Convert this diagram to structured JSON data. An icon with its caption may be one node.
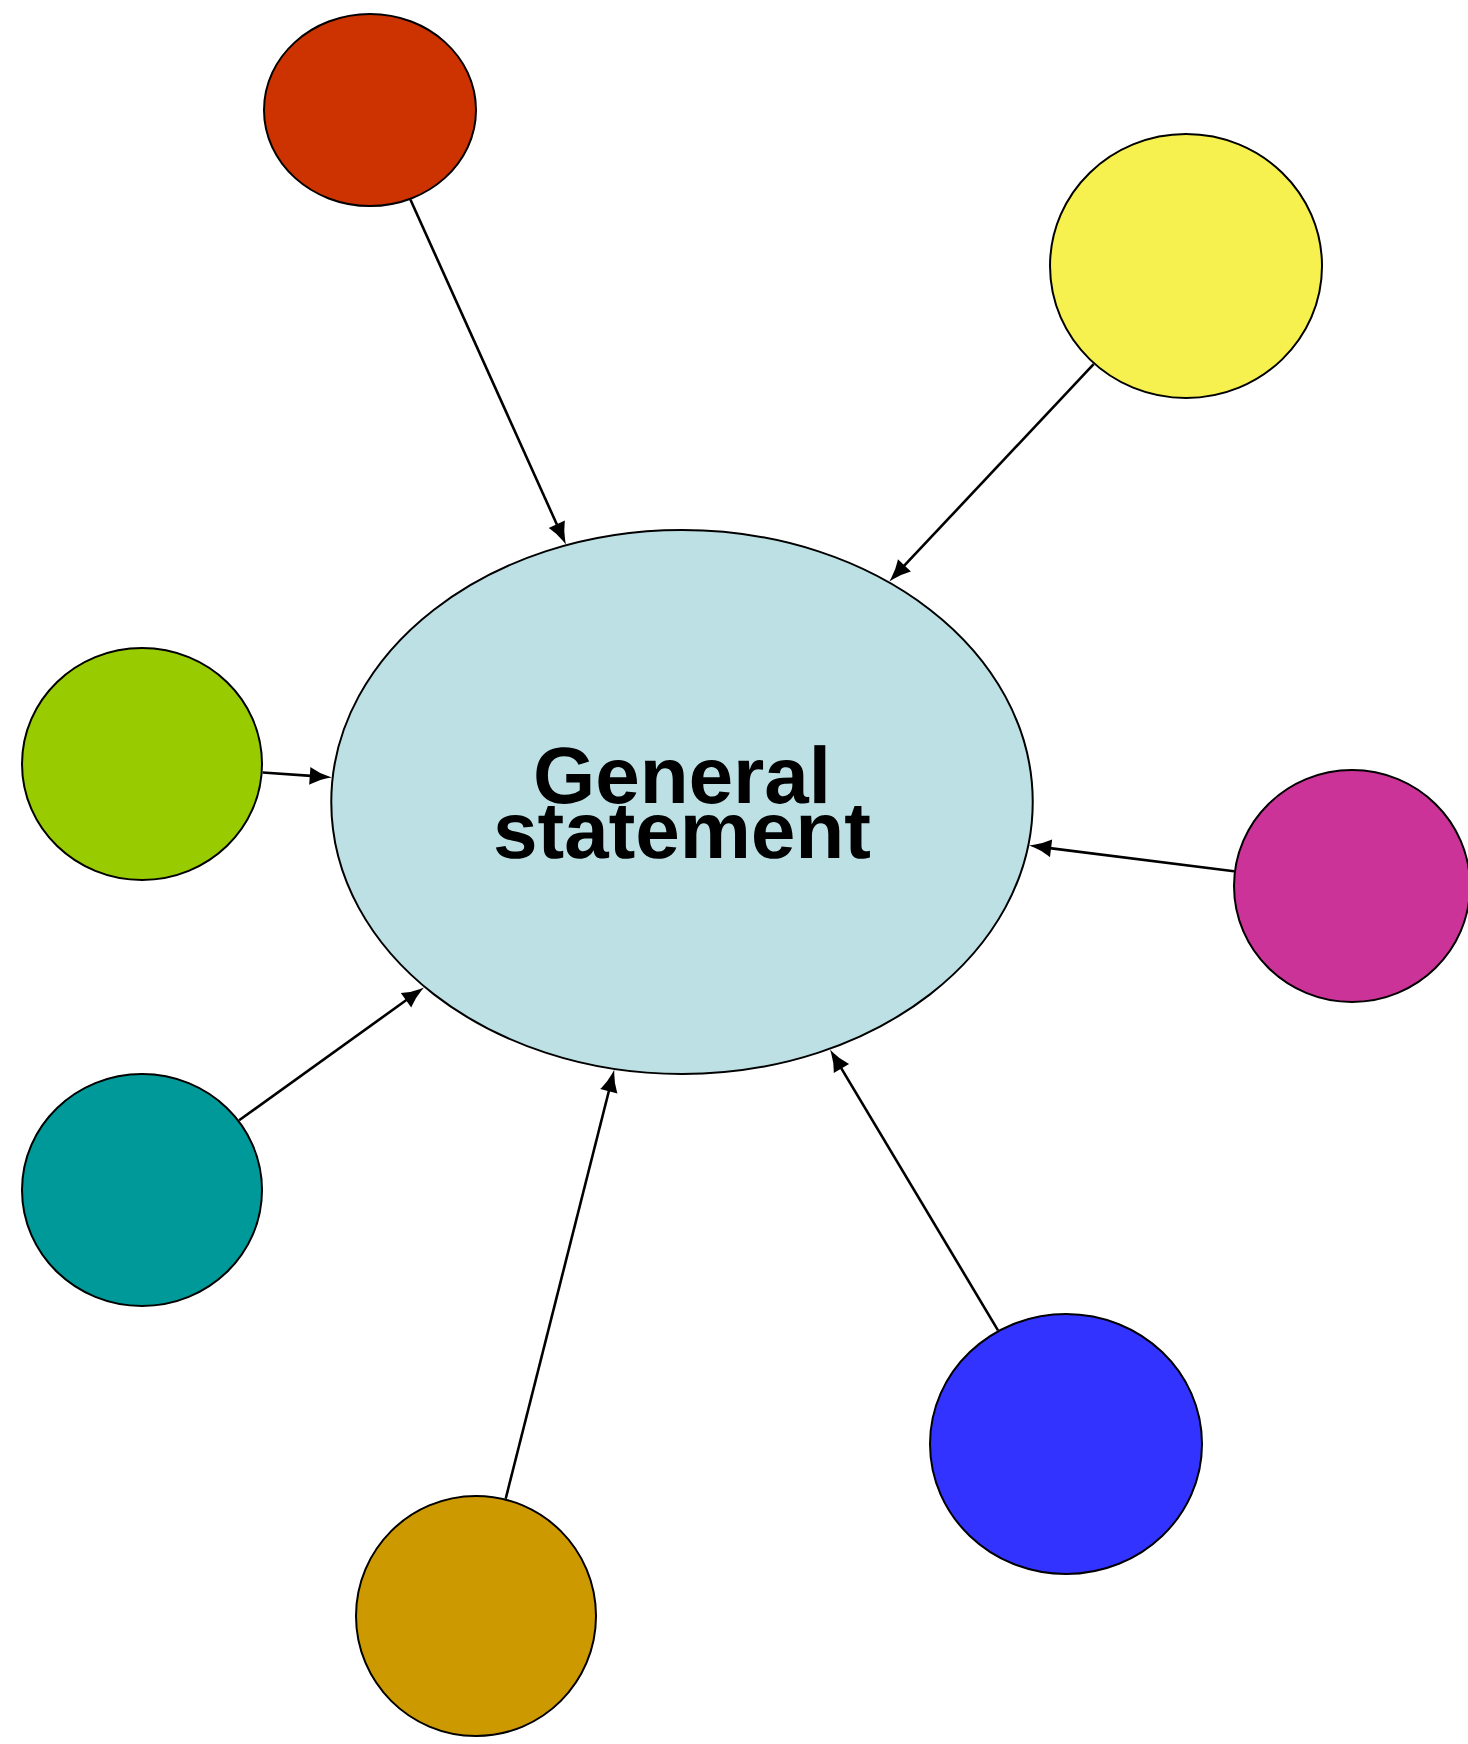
{
  "diagram": {
    "nodes": [
      {
        "text": [],
        "shape": "circle"
      },
      {
        "text": [],
        "shape": "circle"
      },
      {
        "text": [],
        "shape": "circle"
      },
      {
        "text": [
          "General statement"
        ]
      },
      {
        "text": [],
        "shape": "circle"
      },
      {
        "text": [],
        "shape": "circle"
      },
      {
        "text": [],
        "shape": "circle"
      },
      {
        "text": [],
        "shape": "circle"
      }
    ],
    "edges": [
      {
        "from": 0,
        "to": 3,
        "arrow": "to"
      },
      {
        "from": 1,
        "to": 3,
        "arrow": "to"
      },
      {
        "from": 2,
        "to": 3,
        "arrow": "to"
      },
      {
        "from": 4,
        "to": 3,
        "arrow": "to"
      },
      {
        "from": 5,
        "to": 3,
        "arrow": "to"
      },
      {
        "from": 7,
        "to": 3,
        "arrow": "to"
      },
      {
        "from": 6,
        "to": 3,
        "arrow": "to"
      }
    ]
  }
}
